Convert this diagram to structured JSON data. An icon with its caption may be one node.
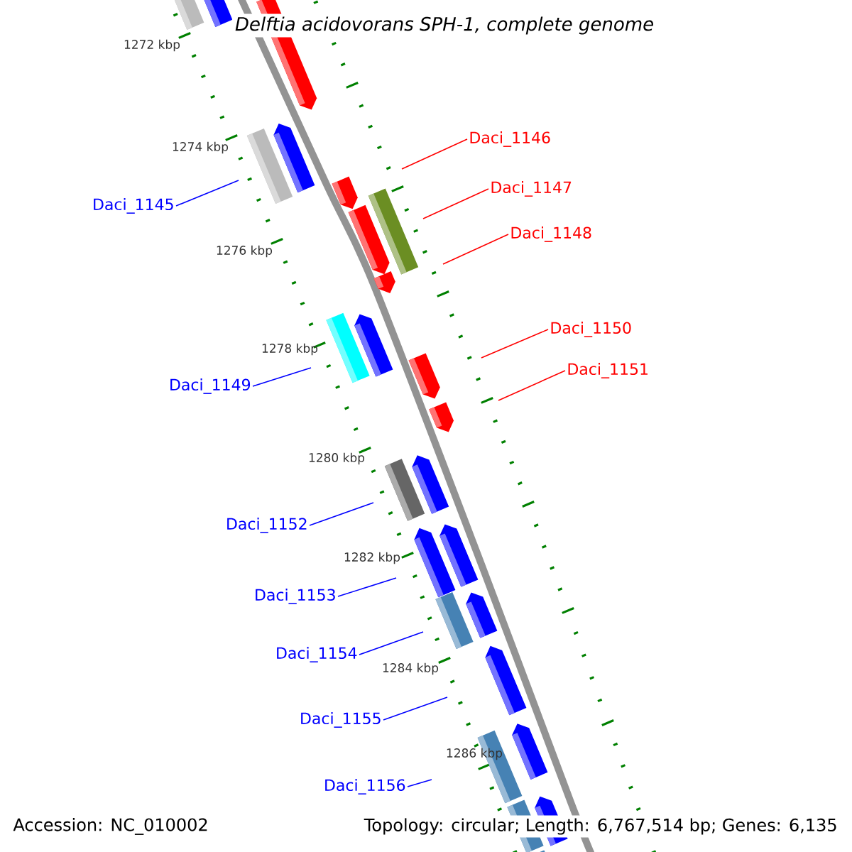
{
  "diagram": {
    "title": "Delftia acidovorans SPH-1, complete genome",
    "nodes": [
      {
        "text": [
          "Daci_1145"
        ]
      },
      {
        "text": [
          "Daci_1146"
        ]
      },
      {
        "text": [
          "Daci_1147"
        ]
      },
      {
        "text": [
          "Daci_1148"
        ]
      },
      {
        "text": [
          "Daci_1149"
        ]
      },
      {
        "text": [
          "Daci_1150"
        ]
      },
      {
        "text": [
          "Daci_1151"
        ]
      },
      {
        "text": [
          "Daci_1152"
        ]
      },
      {
        "text": [
          "Daci_1153"
        ]
      },
      {
        "text": [
          "Daci_1154"
        ]
      },
      {
        "text": [
          "Daci_1155"
        ]
      },
      {
        "text": [
          "Daci_1156"
        ]
      }
    ],
    "edges": [
      {
        "from": 0,
        "to": null,
        "arrow": "none"
      },
      {
        "from": 1,
        "to": null,
        "arrow": "none",
        "color": "#ff0000"
      },
      {
        "from": 2,
        "to": null,
        "arrow": "none",
        "color": "#ff0000"
      },
      {
        "from": 3,
        "to": null,
        "arrow": "none",
        "color": "#ff0000"
      },
      {
        "from": 4,
        "to": null,
        "arrow": "none"
      },
      {
        "from": 5,
        "to": null,
        "arrow": "none",
        "color": "#ff0000"
      },
      {
        "from": 6,
        "to": null,
        "arrow": "none",
        "color": "#ff0000"
      },
      {
        "from": 7,
        "to": null,
        "arrow": "none"
      },
      {
        "from": 8,
        "to": null,
        "arrow": "none"
      },
      {
        "from": 9,
        "to": null,
        "arrow": "none"
      },
      {
        "from": 10,
        "to": null,
        "arrow": "none"
      },
      {
        "from": 11,
        "to": null,
        "arrow": "none"
      }
    ],
    "labels": [
      "1272 kbp",
      "1274 kbp",
      "1276 kbp",
      "1278 kbp",
      "1280 kbp",
      "1282 kbp",
      "1284 kbp",
      "1286 kbp",
      "Accession: NC_010002",
      "Topology: circular; Length: 6,767,514 bp; Genes: 6,135"
    ]
  }
}
